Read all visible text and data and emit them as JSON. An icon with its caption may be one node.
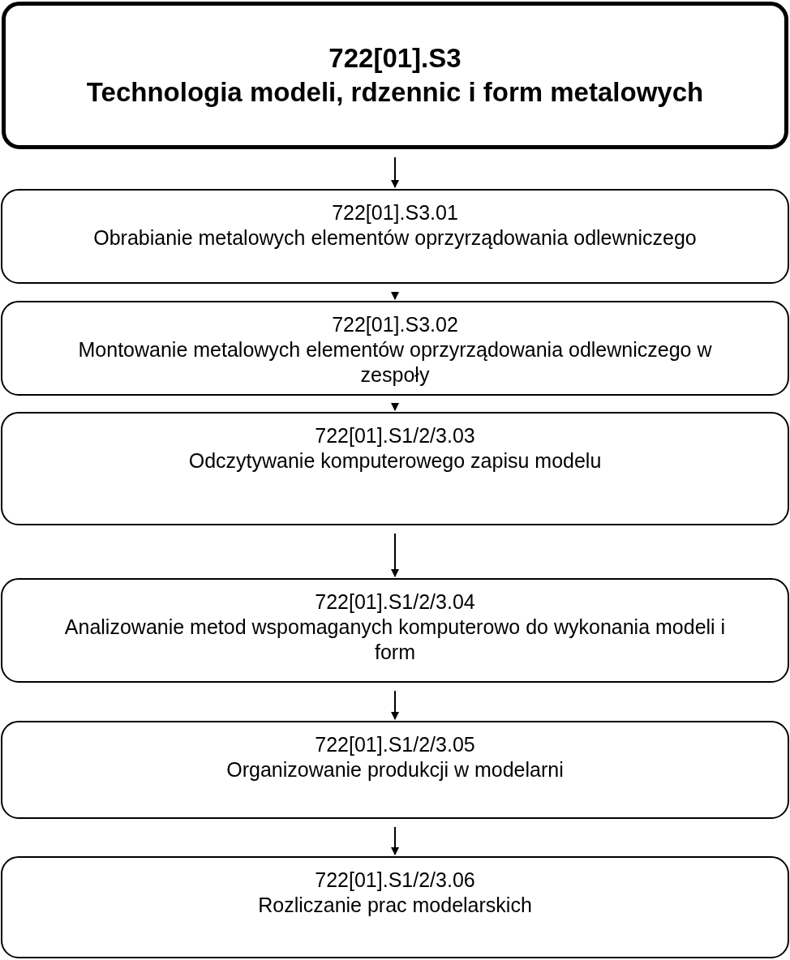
{
  "diagram": {
    "nodes": [
      {
        "text": [
          "722[01].S3",
          "Technologia modeli, rdzennic i form metalowych"
        ]
      },
      {
        "text": [
          "722[01].S3.01",
          "Obrabianie metalowych elementów oprzyrządowania odlewniczego"
        ]
      },
      {
        "text": [
          "722[01].S3.02",
          "Montowanie metalowych elementów oprzyrządowania odlewniczego w zespoły"
        ]
      },
      {
        "text": [
          "722[01].S1/2/3.03",
          "Odczytywanie komputerowego zapisu modelu"
        ]
      },
      {
        "text": [
          "722[01].S1/2/3.04",
          "Analizowanie metod wspomaganych komputerowo do wykonania modeli i form"
        ]
      },
      {
        "text": [
          "722[01].S1/2/3.05",
          "Organizowanie produkcji w modelarni"
        ]
      },
      {
        "text": [
          "722[01].S1/2/3.06",
          "Rozliczanie prac modelarskich"
        ]
      }
    ],
    "edges": [
      {
        "from": 0,
        "to": 1,
        "arrow": "to"
      },
      {
        "from": 1,
        "to": 2,
        "arrow": "to"
      },
      {
        "from": 2,
        "to": 3,
        "arrow": "to"
      },
      {
        "from": 3,
        "to": 4,
        "arrow": "to"
      },
      {
        "from": 4,
        "to": 5,
        "arrow": "to"
      },
      {
        "from": 5,
        "to": 6,
        "arrow": "to"
      }
    ]
  }
}
